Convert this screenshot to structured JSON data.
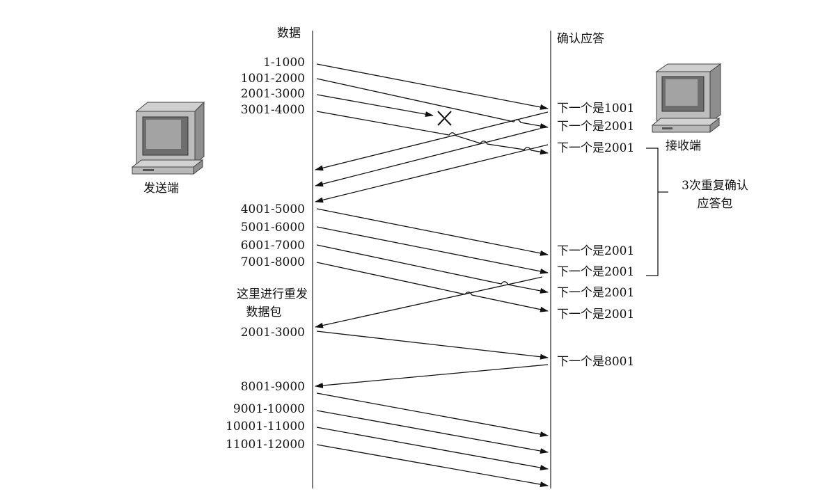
{
  "headers": {
    "sender_column": "数据",
    "receiver_column": "确认应答"
  },
  "hosts": {
    "sender": "发送端",
    "receiver": "接收端"
  },
  "segments": [
    "1-1000",
    "1001-2000",
    "2001-3000",
    "3001-4000",
    "4001-5000",
    "5001-6000",
    "6001-7000",
    "7001-8000",
    "2001-3000",
    "8001-9000",
    "9001-10000",
    "10001-11000",
    "11001-12000"
  ],
  "acks": [
    "下一个是1001",
    "下一个是2001",
    "下一个是2001",
    "下一个是2001",
    "下一个是2001",
    "下一个是2001",
    "下一个是2001",
    "下一个是8001"
  ],
  "annotations": {
    "retransmit_line1": "这里进行重发",
    "retransmit_line2": "数据包",
    "dup_ack_line1": "3次重复确认",
    "dup_ack_line2": "应答包"
  },
  "lost_marker": "×"
}
